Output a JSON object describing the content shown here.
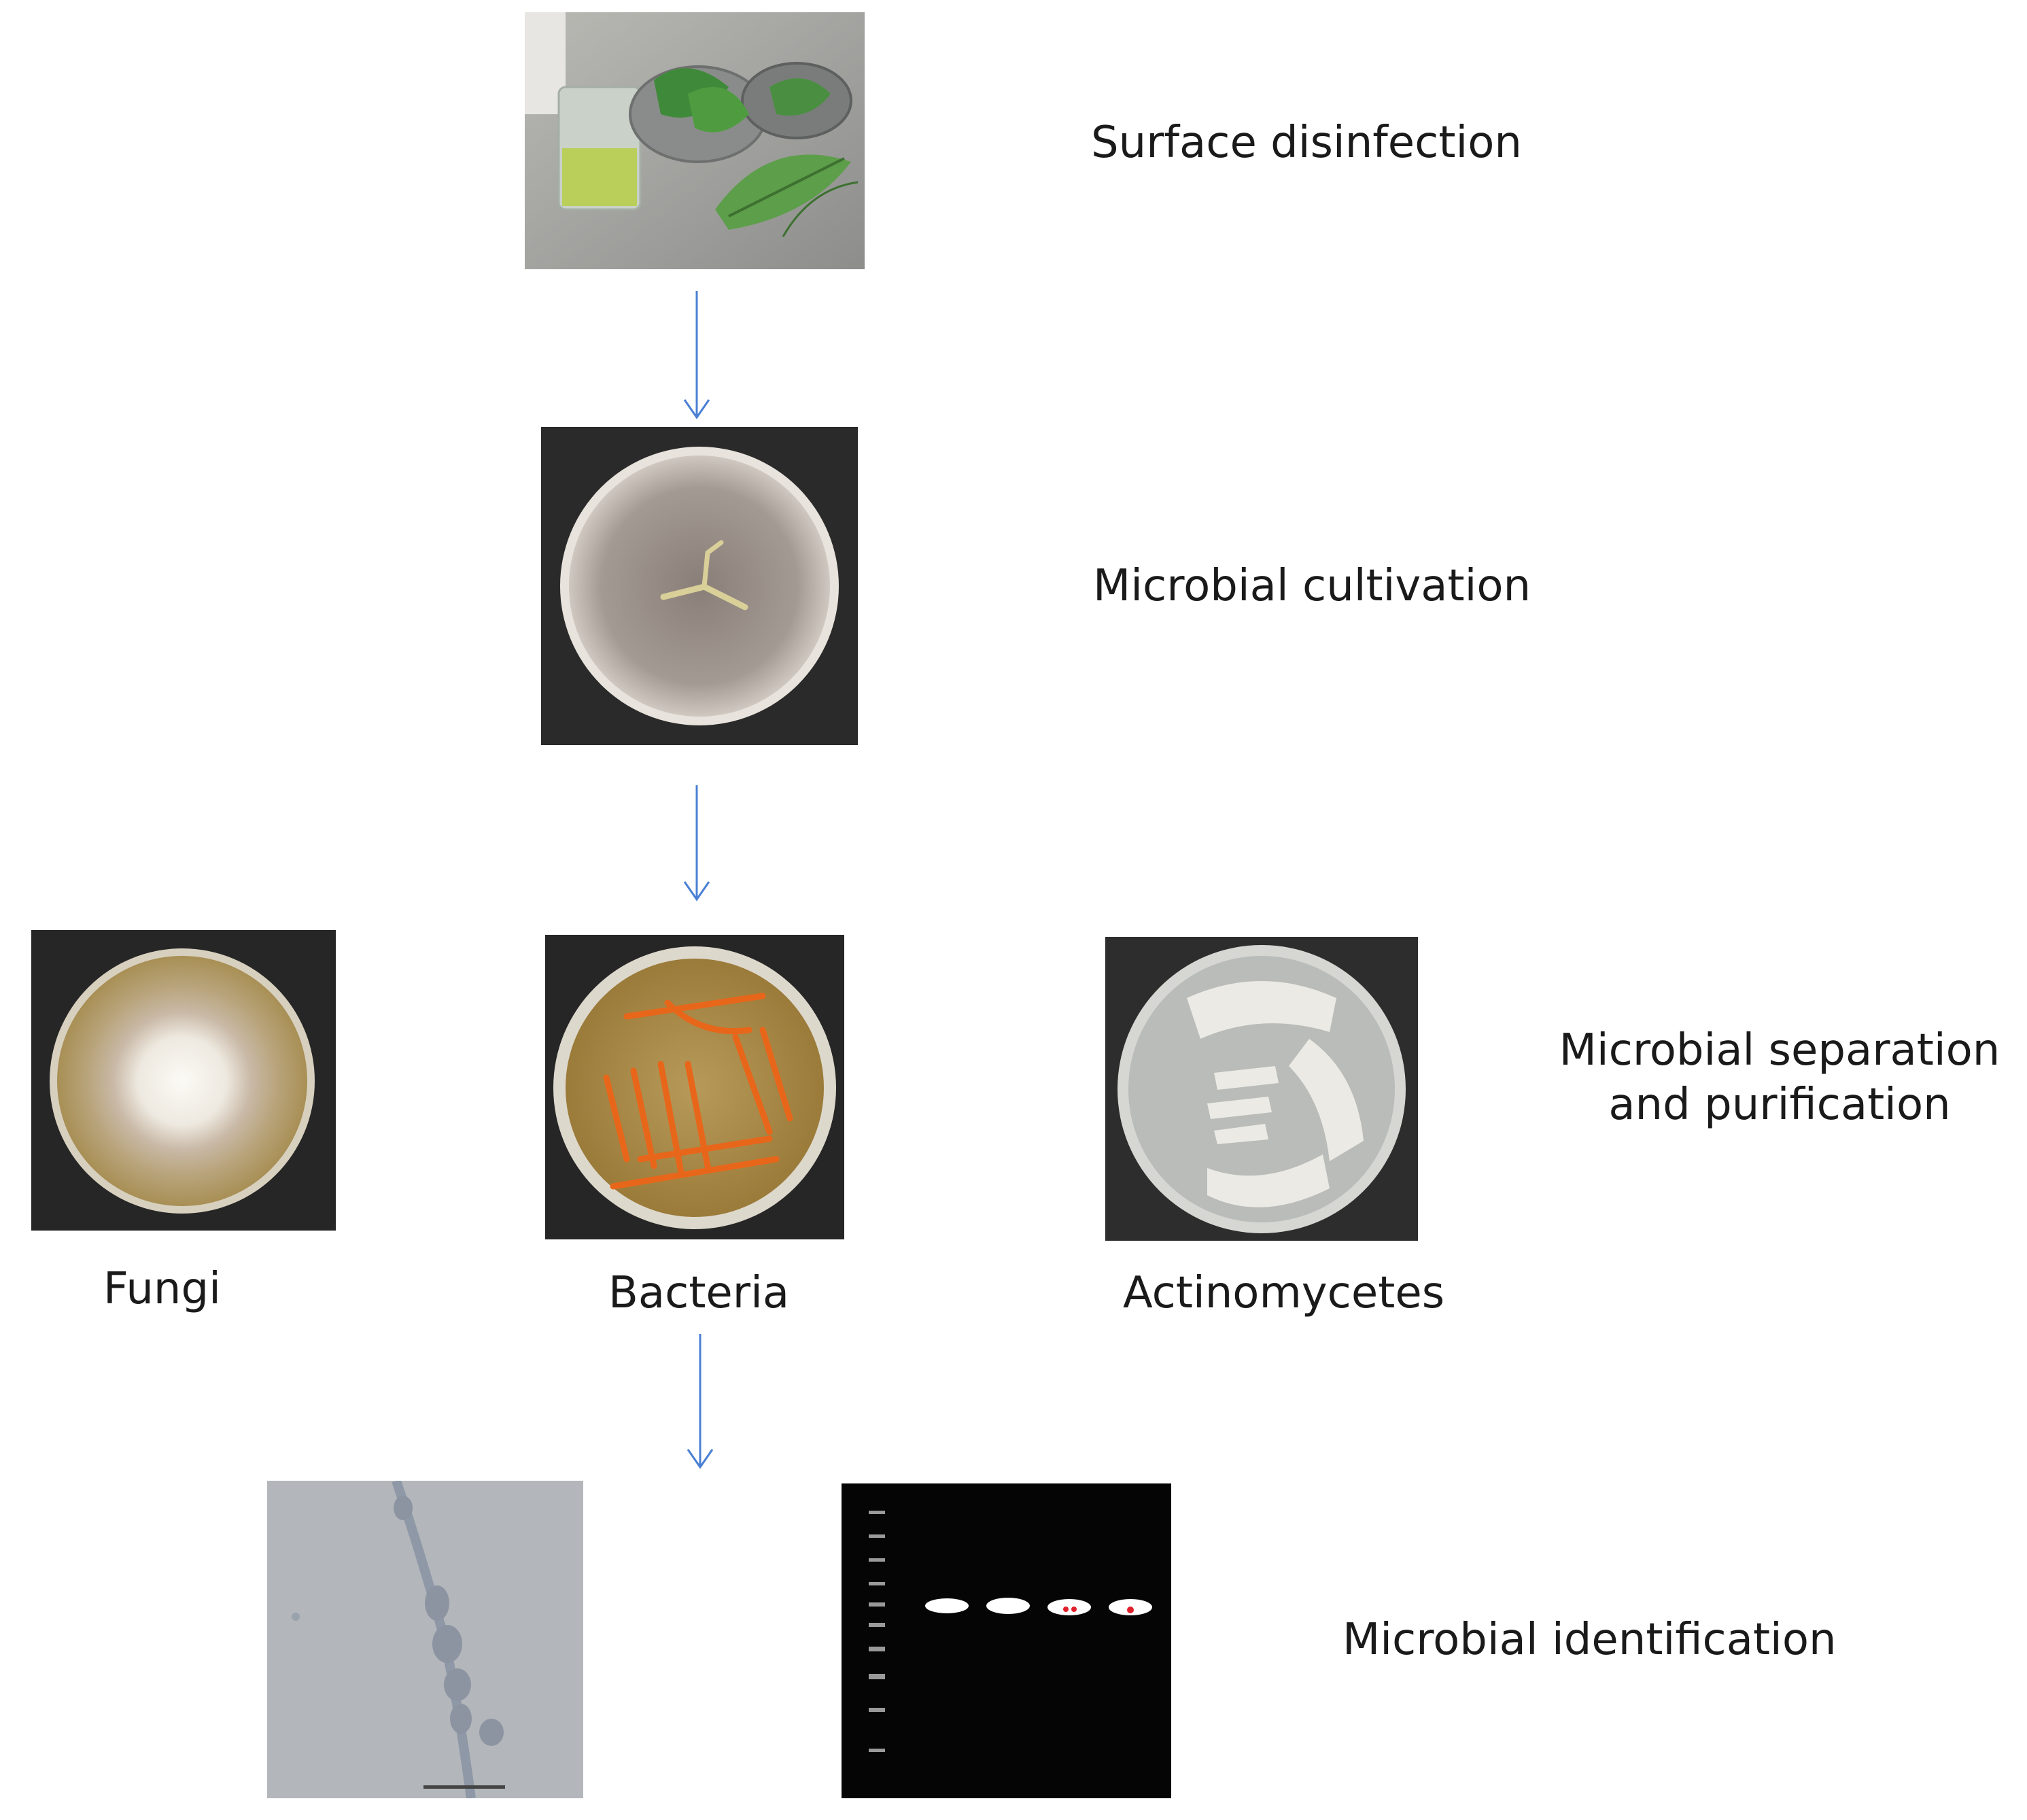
{
  "steps": {
    "surface_disinfection": "Surface disinfection",
    "cultivation": "Microbial cultivation",
    "separation_line1": "Microbial separation",
    "separation_line2": "and purification",
    "identification": "Microbial identification"
  },
  "organisms": {
    "fungi": "Fungi",
    "bacteria": "Bacteria",
    "actinomycetes": "Actinomycetes"
  },
  "colors": {
    "arrow": "#4a7fd4",
    "plate_background": "#2a2a2a",
    "bacteria_streak": "#e8661a",
    "gel_background": "#050505"
  }
}
